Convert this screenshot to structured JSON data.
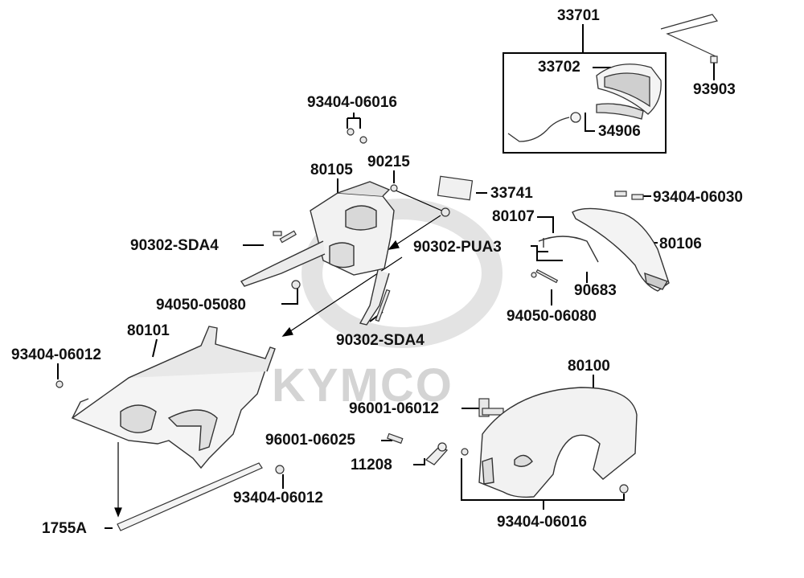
{
  "watermark": "KYMCO",
  "labels": {
    "p33701": "33701",
    "p33702": "33702",
    "p93903": "93903",
    "p34906": "34906",
    "p93404_06016_top": "93404-06016",
    "p80105": "80105",
    "p90215": "90215",
    "p33741": "33741",
    "p93404_06030": "93404-06030",
    "p80107": "80107",
    "p80106": "80106",
    "p90302_sda4_left": "90302-SDA4",
    "p90302_pua3": "90302-PUA3",
    "p90683": "90683",
    "p94050_05080": "94050-05080",
    "p94050_06080": "94050-06080",
    "p80101": "80101",
    "p90302_sda4_mid": "90302-SDA4",
    "p93404_06012_left": "93404-06012",
    "p80100": "80100",
    "p96001_06012": "96001-06012",
    "p96001_06025": "96001-06025",
    "p11208": "11208",
    "p93404_06012_bottom": "93404-06012",
    "p1755a": "1755A",
    "p93404_06016_bottom": "93404-06016"
  }
}
